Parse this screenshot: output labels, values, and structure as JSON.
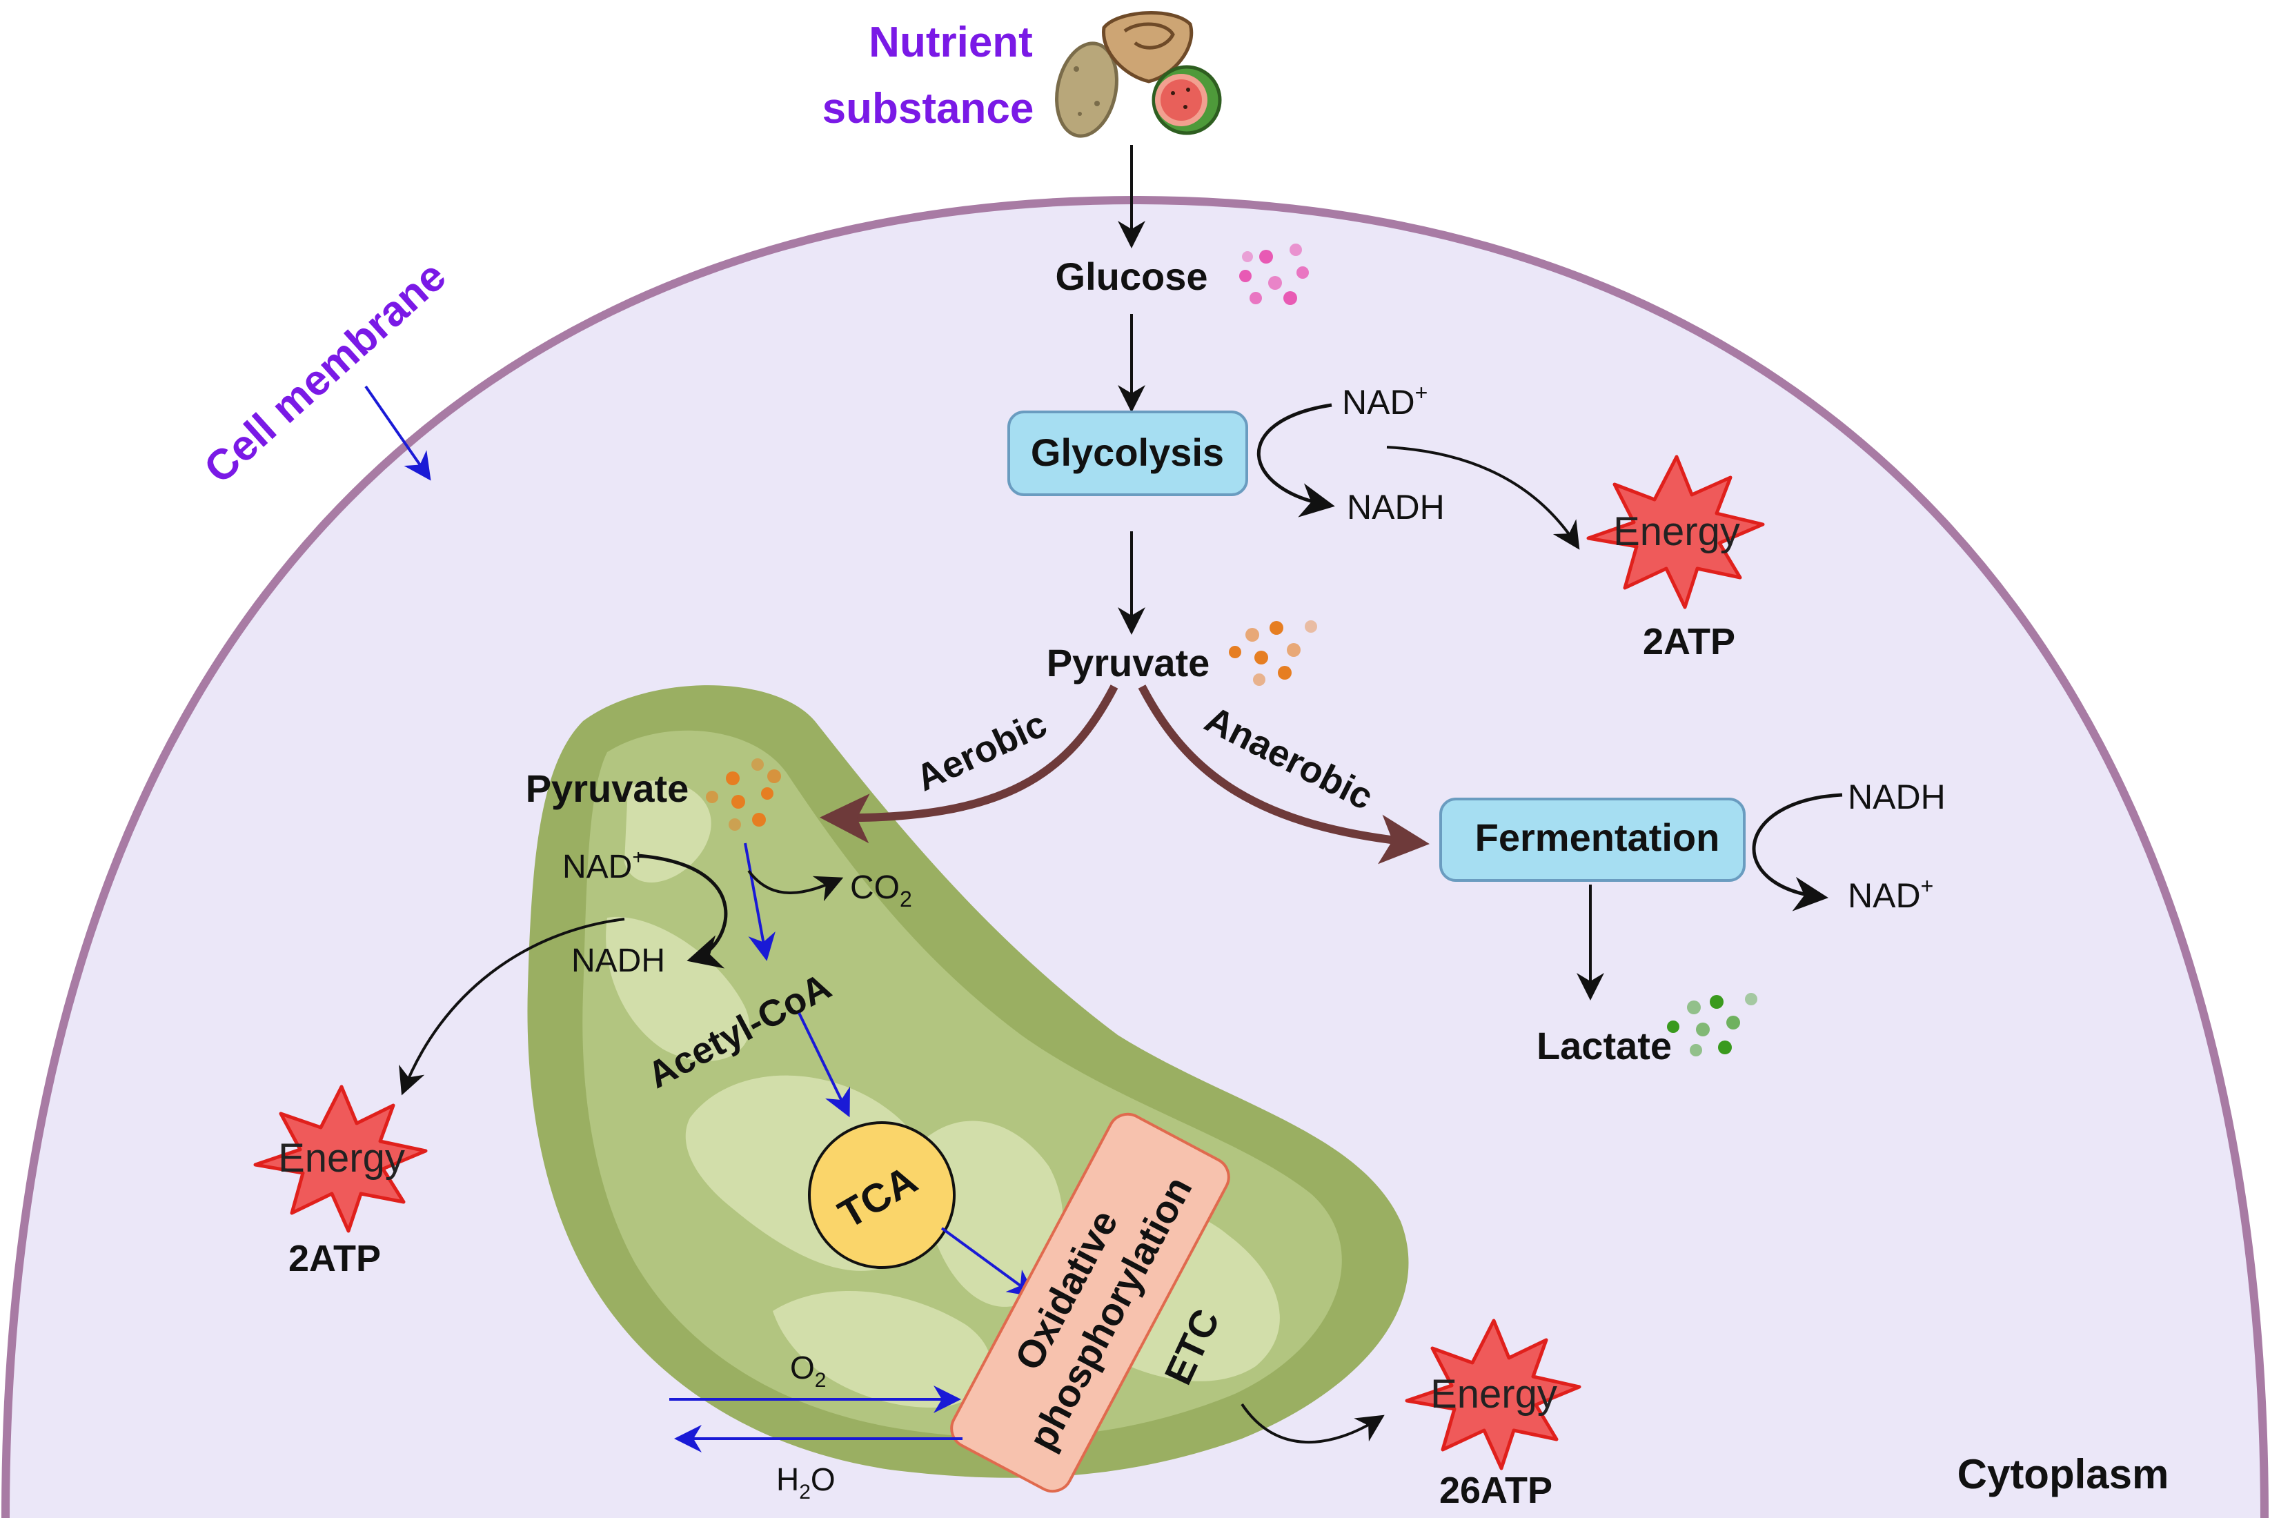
{
  "labels": {
    "nutrient_line1": "Nutrient",
    "nutrient_line2": "substance",
    "cell_membrane": "Cell membrane",
    "glucose": "Glucose",
    "glycolysis": "Glycolysis",
    "nad_plus": "NAD",
    "plus_sup": "+",
    "nadh": "NADH",
    "energy": "Energy",
    "atp_glycolysis": "2ATP",
    "pyruvate": "Pyruvate",
    "aerobic": "Aerobic",
    "anaerobic": "Anaerobic",
    "fermentation": "Fermentation",
    "lactate": "Lactate",
    "pyruvate_mito": "Pyruvate",
    "co2_base": "CO",
    "sub_2": "2",
    "acetyl_coa": "Acetyl-CoA",
    "tca": "TCA",
    "atp_mito_left": "2ATP",
    "oxidative": "Oxidative",
    "phosphorylation": "phosphorylation",
    "etc": "ETC",
    "o2_base": "O",
    "h2o_h": "H",
    "h2o_o": "O",
    "atp_oxphos": "26ATP",
    "cytoplasm": "Cytoplasm"
  },
  "colors": {
    "cytoplasm_fill": "#ebe7f8",
    "membrane": "#a87ba4",
    "purple_text": "#7a19e6",
    "box_fill": "#a6def2",
    "box_stroke": "#6a9cc0",
    "energy_fill": "#ef5a5a",
    "energy_stroke": "#e0201c",
    "mito_outer": "#9aaf62",
    "mito_inner": "#d2deaa",
    "mito_cristae": "#b2c580",
    "tca_fill": "#fad56a",
    "oxphos_fill": "#f7c2ae",
    "blue_arrow": "#1a1ad6",
    "brown_arrow": "#6e3a3a",
    "glucose_dots": "#e85ab4",
    "pyruvate_dots": "#e67e22",
    "lactate_dots": "#3a9a1e"
  },
  "icons": [
    "potato-icon",
    "walnut-icon",
    "watermelon-icon",
    "energy-burst-icon",
    "mitochondrion-icon"
  ]
}
